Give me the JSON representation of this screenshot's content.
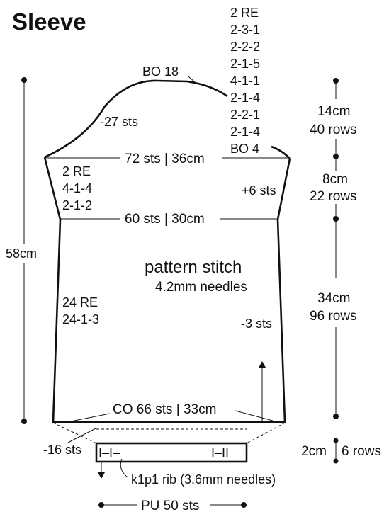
{
  "title": "Sleeve",
  "cap_decreases": [
    "2 RE",
    "2-3-1",
    "2-2-2",
    "2-1-5",
    "4-1-1",
    "2-1-4",
    "2-2-1",
    "2-1-4",
    "BO 4"
  ],
  "top_bind_off": "BO 18",
  "cap_shaping": "-27 sts",
  "upper_width": "72 sts | 36cm",
  "upper_increases": [
    "2 RE",
    "4-1-4",
    "2-1-2"
  ],
  "upper_side": "+6 sts",
  "lower_width": "60 sts | 30cm",
  "stitch_pattern": "pattern stitch",
  "needles": "4.2mm needles",
  "lower_increases": [
    "24 RE",
    "24-1-3"
  ],
  "lower_side": "-3 sts",
  "cast_on": "CO 66 sts | 33cm",
  "cuff_decrease": "-16 sts",
  "rib": "k1p1 rib (3.6mm needles)",
  "pick_up": "PU 50 sts",
  "total_length": "58cm",
  "measurements": [
    {
      "cm": "14cm",
      "rows": "40 rows"
    },
    {
      "cm": "8cm",
      "rows": "22 rows"
    },
    {
      "cm": "34cm",
      "rows": "96 rows"
    }
  ],
  "cuff_measure": {
    "cm": "2cm",
    "rows": "6 rows"
  },
  "rib_symbols": {
    "left": "I–I–",
    "right": "I–II"
  }
}
